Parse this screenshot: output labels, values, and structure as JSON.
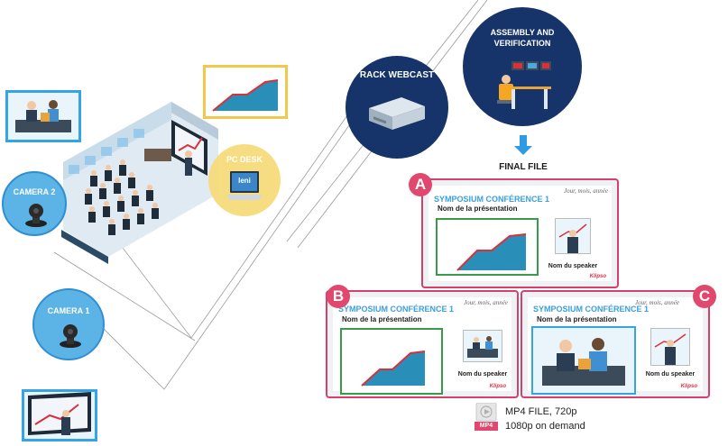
{
  "nodes": {
    "camera2": "CAMERA 2",
    "camera1": "CAMERA 1",
    "pc_desk": "PC DESK",
    "pc_logo": "leni",
    "rack": "RACK WEBCAST",
    "assembly": "ASSEMBLY AND VERIFICATION",
    "final_file": "FINAL FILE"
  },
  "layouts": [
    {
      "badge": "A",
      "title": "SYMPOSIUM CONFÉRENCE 1",
      "subtitle": "Nom de la présentation",
      "date": "Jour, mois, année",
      "speaker": "Nom du speaker",
      "brand": "Klipso"
    },
    {
      "badge": "B",
      "title": "SYMPOSIUM CONFÉRENCE 1",
      "subtitle": "Nom de la présentation",
      "date": "Jour, mois, année",
      "speaker": "Nom du speaker",
      "brand": "Klipso"
    },
    {
      "badge": "C",
      "title": "SYMPOSIUM CONFÉRENCE 1",
      "subtitle": "Nom de la présentation",
      "date": "Jour, mois, année",
      "speaker": "Nom du speaker",
      "brand": "Klipso"
    }
  ],
  "output": {
    "icon_label": "MP4",
    "line1": "MP4 FILE, 720p",
    "line2": "1080p on demand"
  },
  "colors": {
    "navy": "#16336a",
    "camera_blue": "#5bb3e6",
    "accent_pink": "#e0486e",
    "title_blue": "#3aa0e0",
    "chart_teal": "#2a8fb8",
    "chart_red": "#d9303a"
  }
}
